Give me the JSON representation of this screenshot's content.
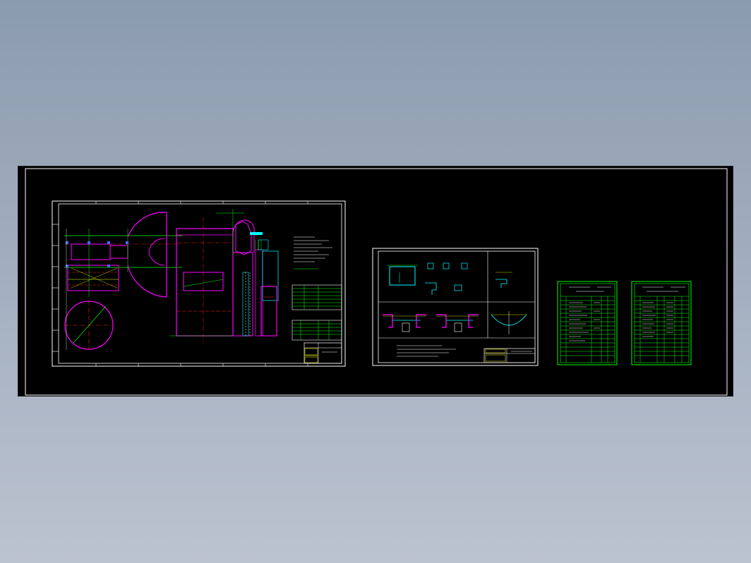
{
  "colors": {
    "background_top": "#8b9bae",
    "background_bottom": "#bcc3d0",
    "canvas": "#000000",
    "sheet_white": "#ffffff",
    "magenta": "#ff00ff",
    "cyan": "#00ffff",
    "green": "#00ff00",
    "yellow": "#ffff00",
    "red": "#ff2020",
    "blue": "#4466ff"
  },
  "drawing": {
    "name": "cad-model-space",
    "sheets": [
      {
        "id": "sheet-1",
        "content": "dust-collector-assembly-drawing"
      },
      {
        "id": "sheet-2",
        "content": "foundation-and-section-details"
      },
      {
        "id": "sheet-3",
        "content": "bill-of-materials-table"
      },
      {
        "id": "sheet-4",
        "content": "parts-list-table"
      }
    ]
  }
}
